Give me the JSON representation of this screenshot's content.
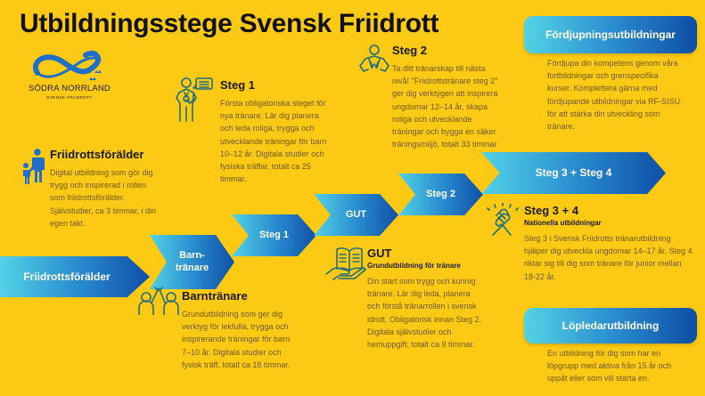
{
  "title": "Utbildningsstege Svensk Friidrott",
  "logo": {
    "main_text": "SÖDRA NORRLAND",
    "sub_text": "SVENSK FRIIDROTT"
  },
  "colors": {
    "background": "#fcc914",
    "gradient_start": "#53d2e6",
    "gradient_end": "#0f4fa8",
    "icon_teal": "#1f6e7e",
    "parent_icon_blue": "#1f6fc9",
    "body_text": "#6e5a14"
  },
  "ladder": [
    {
      "label": "Friidrottsförälder"
    },
    {
      "label": "Barn-",
      "label2": "tränare"
    },
    {
      "label": "Steg 1"
    },
    {
      "label": "GUT"
    },
    {
      "label": "Steg 2"
    },
    {
      "label": "Steg 3 + Steg 4"
    }
  ],
  "blocks": {
    "friidrottsforalder": {
      "icon": "parent-child-icon",
      "title": "Friidrottsförälder",
      "body": "Digital utbildning som gör dig trygg och inspirerad i rollen som friidrottsförälder. Självstudier, ca 3 timmar, i din egen takt."
    },
    "steg1": {
      "icon": "coach-speech-icon",
      "title": "Steg 1",
      "body": "Första obligatoriska steget för nya tränare. Lär dig planera och leda roliga, trygga och utvecklande träningar för barn 10–12 år. Digitala studier och fysiska träffar, totalt ca 25 timmar."
    },
    "steg2": {
      "icon": "coach-person-icon",
      "title": "Steg 2",
      "body": "Ta ditt tränarskap till nästa nivå! \"Friidrottstränare steg 2\" ger dig verktygen att inspirera ungdomar 12–14 år, skapa roliga och utvecklande träningar och bygga en säker träningsmiljö, totalt 33 timmar"
    },
    "barntranare": {
      "icon": "high-five-icon",
      "title": "Barntränare",
      "body": "Grundutbildning som ger dig verktyg för lekfulla, trygga och inspirerande träningar för barn 7–10 år. Digitala studier och fysisk träff, totalt ca 18 timmar."
    },
    "gut": {
      "icon": "book-hand-icon",
      "title": "GUT",
      "subtitle": "Grundutbildning för tränare",
      "body": "Din start som trygg och kunnig tränare. Lär dig leda, planera och förstå tränarrollen i svensk idrott. Obligatorisk innan Steg 2. Digitala självstudier och hemuppgift, totalt ca 9 timmar."
    },
    "steg34": {
      "icon": "handshake-icon",
      "title": "Steg 3 + 4",
      "subtitle": "Nationella utbildningar",
      "body": "Steg 3 i Svensk Friidrotts tränarutbildning hjälper dig utveckla ungdomar 14–17 år. Steg 4 riktar sig till dig som tränare för junior mellan 18-22 år."
    }
  },
  "side_panels": {
    "fordjupning": {
      "label": "Fördjupningsutbildningar",
      "body": "Fördjupa din kompetens genom våra fortbildningar och grenspecifika kurser. Komplettera gärna med fördjupande utbildningar via RF-SISU för att stärka din utveckling som tränare."
    },
    "lopledar": {
      "label": "Löpledarutbildning",
      "body": "En utbildning för dig som har en löpgrupp med aktiva från 15 år och uppåt eller som vill starta en."
    }
  }
}
